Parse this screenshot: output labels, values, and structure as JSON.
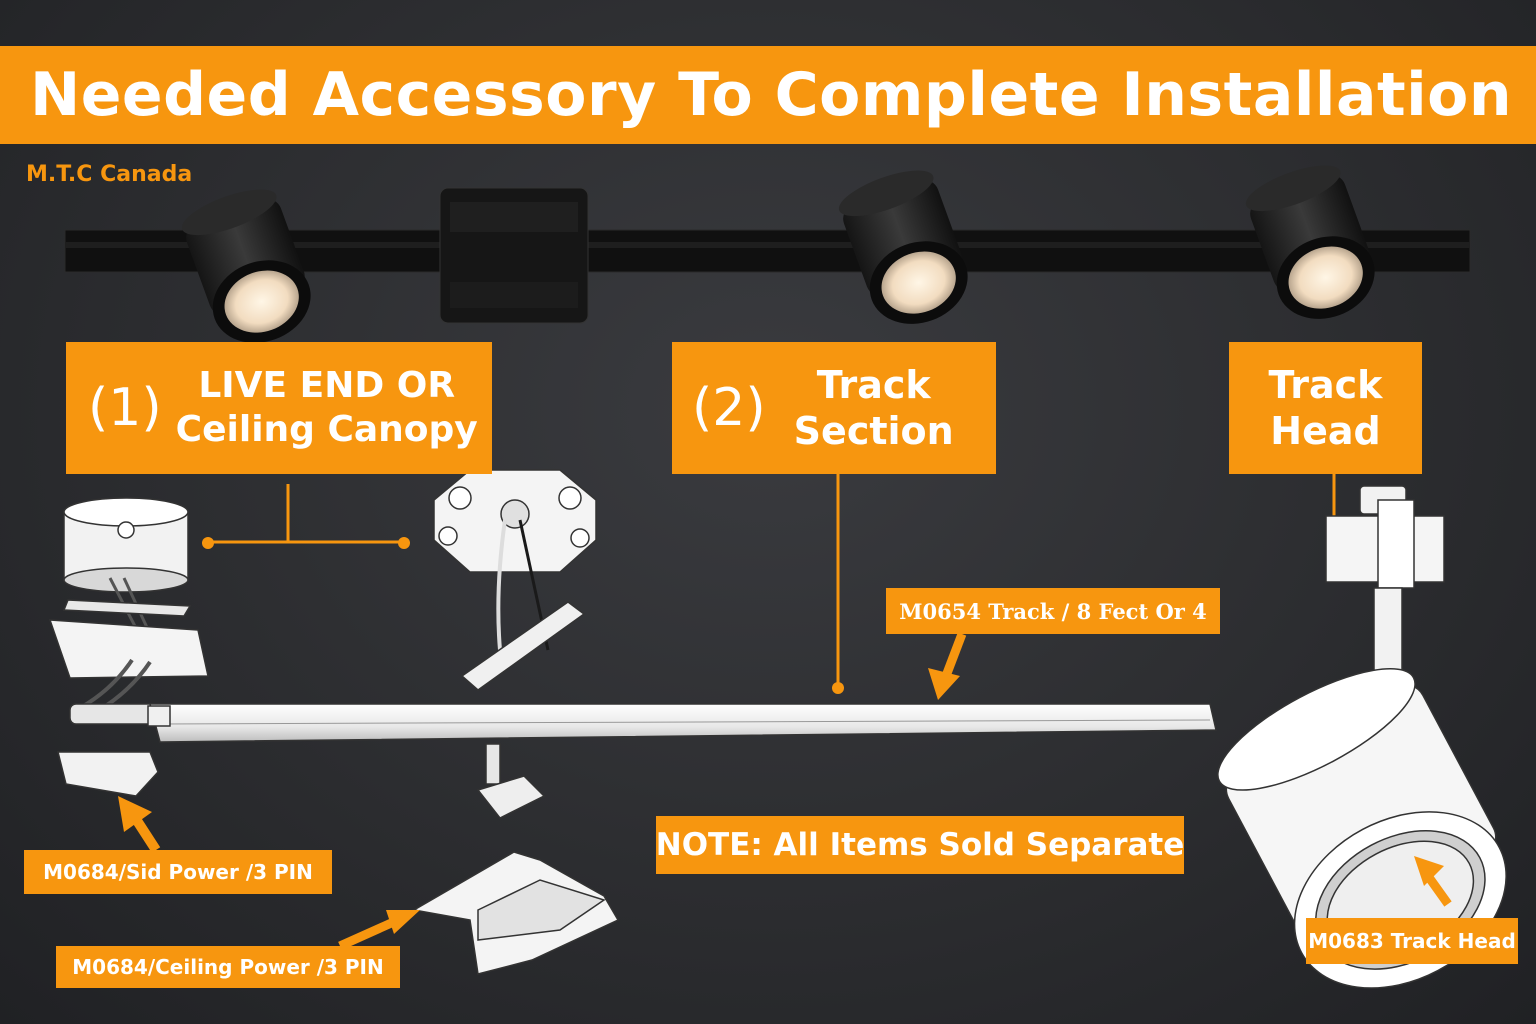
{
  "header": {
    "title": "Needed Accessory  To Complete Installation",
    "brand": "M.T.C Canada"
  },
  "sections": {
    "live_end": {
      "number": "(1)",
      "line1": "LIVE END OR",
      "line2": "Ceiling Canopy"
    },
    "track_section": {
      "number": "(2)",
      "line1": "Track",
      "line2": "Section"
    },
    "track_head": {
      "line1": "Track",
      "line2": "Head"
    }
  },
  "callouts": {
    "side_power": "M0684/Sid Power /3 PIN",
    "ceiling_power": "M0684/Ceiling Power /3 PIN",
    "track": "M0654 Track / 8 Fect Or 4",
    "track_head": "M0683 Track Head",
    "note": "NOTE: All Items Sold Separate"
  },
  "colors": {
    "accent": "#f7960f",
    "background": "#2c2d30",
    "text_on_accent": "#ffffff"
  }
}
